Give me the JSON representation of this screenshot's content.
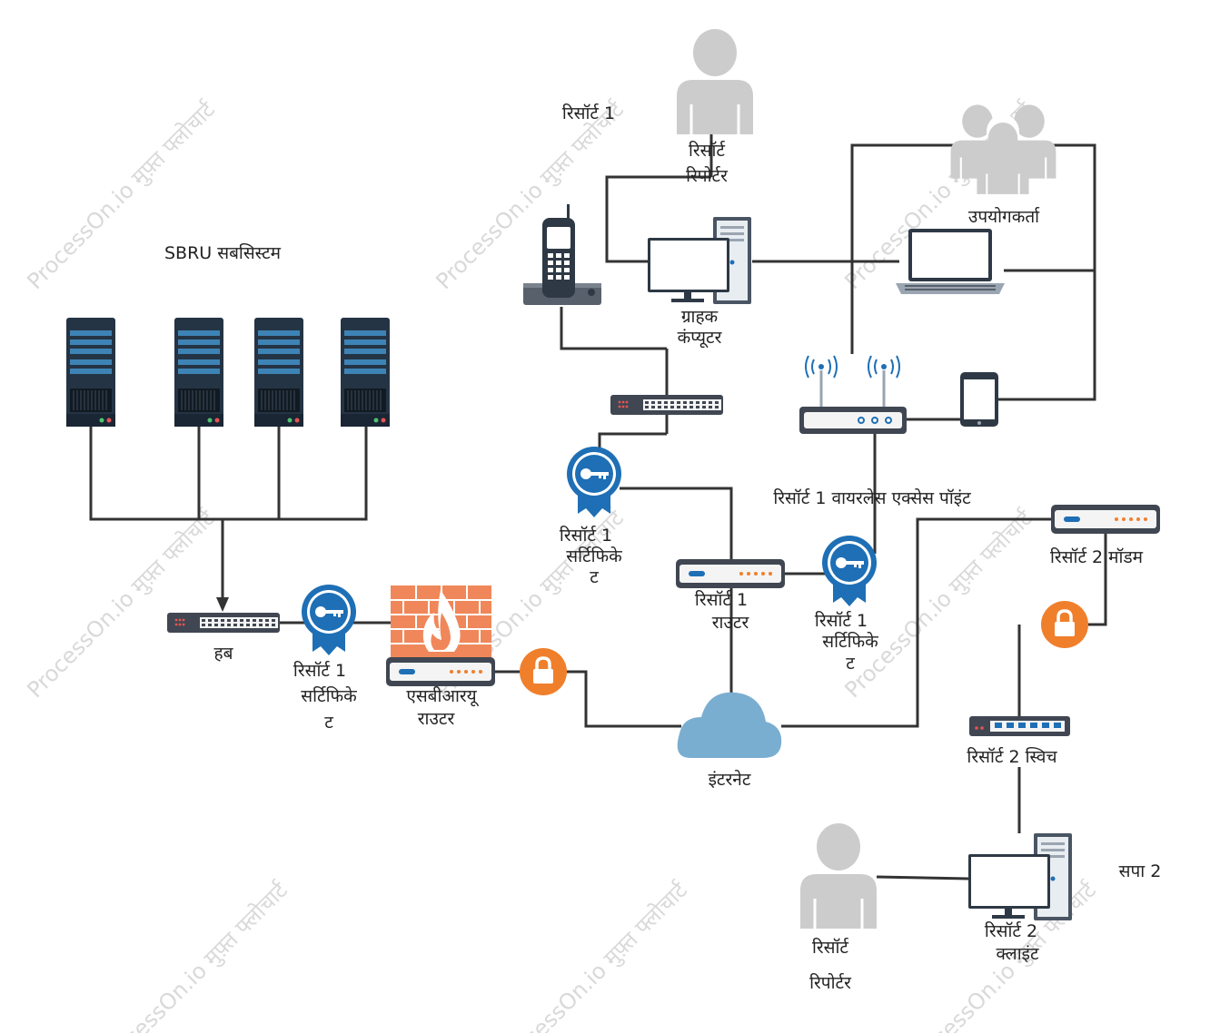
{
  "watermark": "ProcessOn.io मुफ़्त फ्लोचार्ट",
  "labels": {
    "resort1_top": "रिसॉर्ट 1",
    "resort_reporter_top_l1": "रिसॉर्ट",
    "resort_reporter_top_l2": "रिपोर्टर",
    "users": "उपयोगकर्ता",
    "sbru_subsystem": "SBRU सबसिस्टम",
    "customer_computer_l1": "ग्राहक",
    "customer_computer_l2": "कंप्यूटर",
    "resort1_wap": "रिसॉर्ट 1 वायरलेस एक्सेस पॉइंट",
    "resort1_cert_a_l1": "रिसॉर्ट 1",
    "resort1_cert_a_l2": "सर्टिफिके",
    "resort1_cert_a_l3": "ट",
    "resort2_modem": "रिसॉर्ट 2 मॉडम",
    "resort1_router_l1": "रिसॉर्ट 1",
    "resort1_router_l2": "राउटर",
    "resort1_cert_b_l1": "रिसॉर्ट 1",
    "resort1_cert_b_l2": "सर्टिफिके",
    "resort1_cert_b_l3": "ट",
    "hub": "हब",
    "resort1_cert_c_l1": "रिसॉर्ट 1",
    "resort1_cert_c_l2": "सर्टिफिके",
    "resort1_cert_c_l3": "ट",
    "sbru_router_l1": "एसबीआरयू",
    "sbru_router_l2": "राउटर",
    "internet": "इंटरनेट",
    "resort2_switch": "रिसॉर्ट 2 स्विच",
    "sp2": "सपा 2",
    "resort2_client_l1": "रिसॉर्ट 2",
    "resort2_client_l2": "क्लाइंट",
    "resort_reporter_bottom_l1": "रिसॉर्ट",
    "resort_reporter_bottom_l2": "रिपोर्टर"
  },
  "colors": {
    "wire": "#333333",
    "person": "#cccccc",
    "server": "#243444",
    "ribbon": "#1e6fb5",
    "lock": "#f07f2c",
    "cloud": "#7aaed1",
    "firewall": "#f0875a",
    "router": "#404752"
  }
}
